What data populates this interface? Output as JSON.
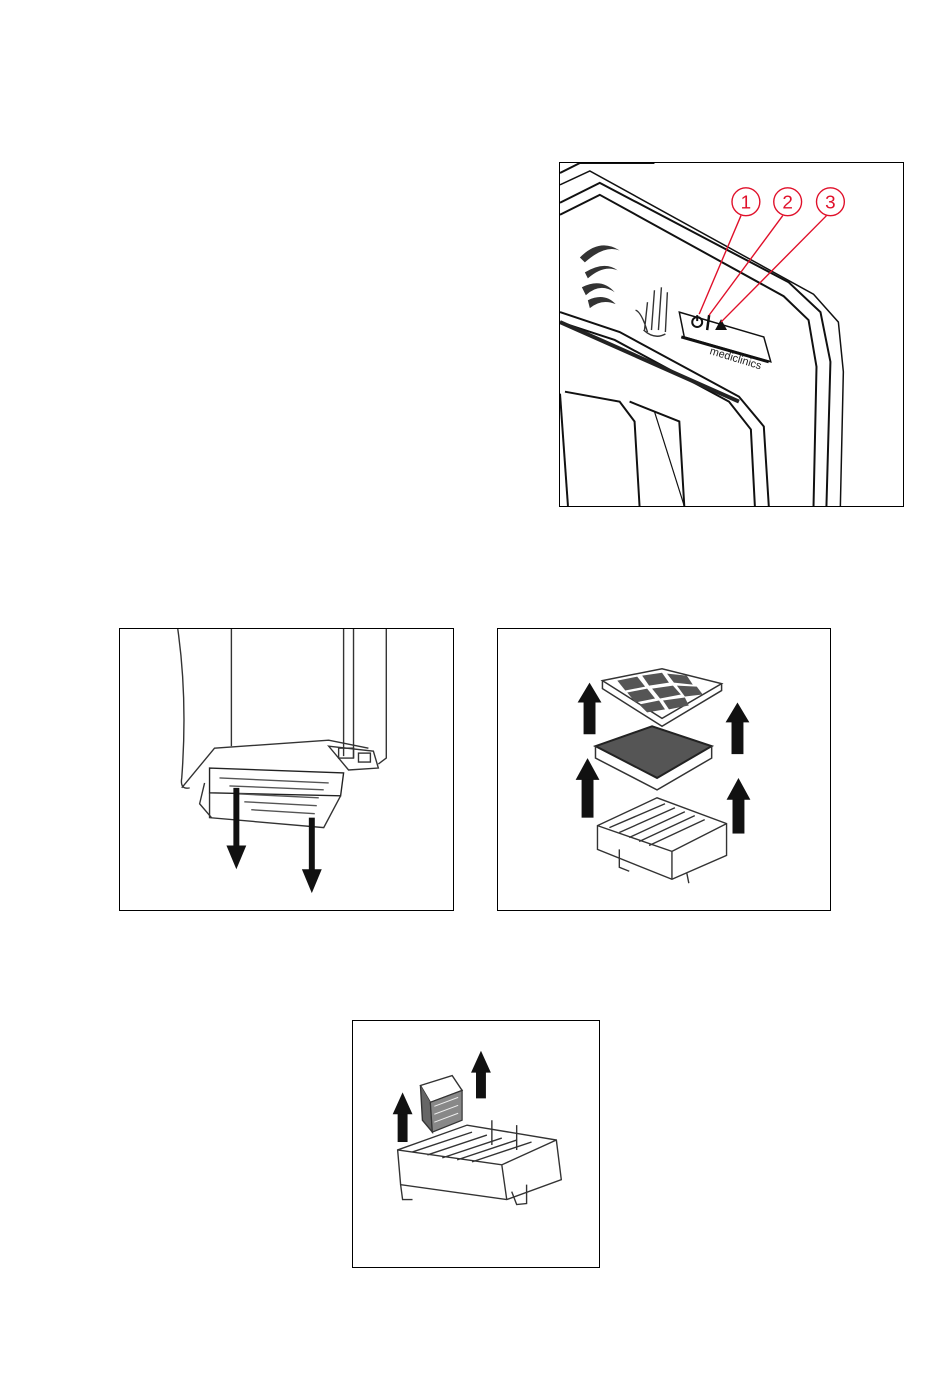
{
  "figures": {
    "control_panel": {
      "callouts": [
        "1",
        "2",
        "3"
      ],
      "brand": "mediclinics",
      "callout_color": "#e0102a"
    },
    "tray_removal": {},
    "filter_stack": {},
    "filter_insert": {}
  }
}
